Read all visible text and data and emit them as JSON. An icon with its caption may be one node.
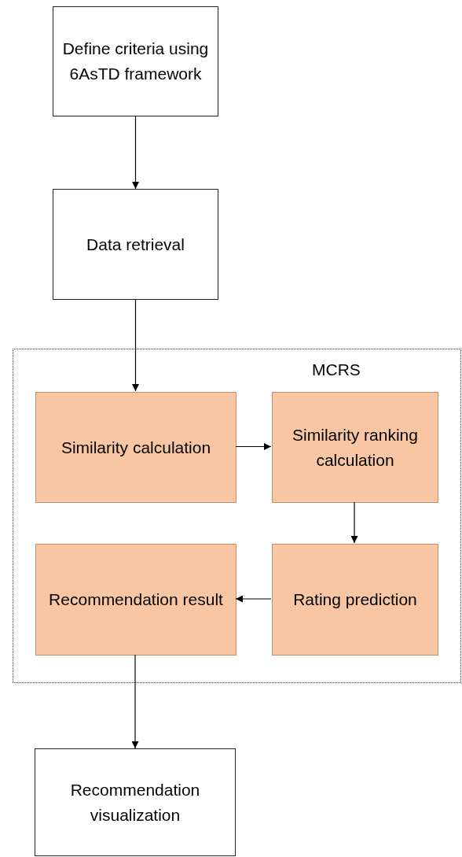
{
  "diagram": {
    "nodes": [
      {
        "text": [
          "Define criteria using 6AsTD framework"
        ]
      },
      {
        "text": [
          "Data retrieval"
        ]
      },
      {
        "text": [
          "MCRS"
        ]
      },
      {
        "text": [
          "Similarity calculation"
        ],
        "in": 2
      },
      {
        "text": [
          "Similarity ranking calculation"
        ],
        "in": 2
      },
      {
        "text": [
          "Recommendation result"
        ],
        "in": 2
      },
      {
        "text": [
          "Rating prediction"
        ],
        "in": 2
      },
      {
        "text": [
          "Recommendation visualization"
        ]
      }
    ],
    "edges": [
      {
        "from": 0,
        "to": 1,
        "arrow": "to"
      },
      {
        "from": 1,
        "to": 3,
        "arrow": "to"
      },
      {
        "from": 3,
        "to": 4,
        "arrow": "to"
      },
      {
        "from": 4,
        "to": 6,
        "arrow": "to"
      },
      {
        "from": 6,
        "to": 5,
        "arrow": "to"
      },
      {
        "from": 5,
        "to": 7,
        "arrow": "to"
      }
    ]
  }
}
